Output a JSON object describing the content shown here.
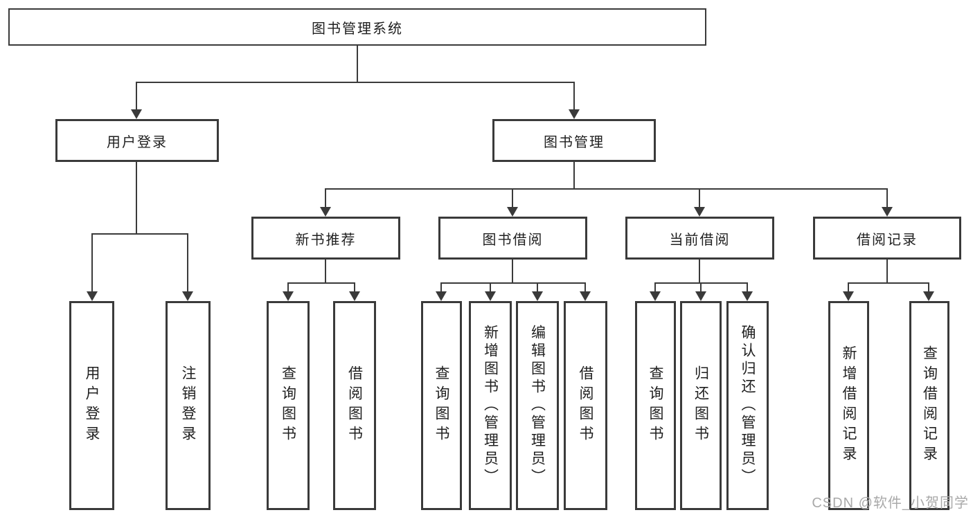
{
  "colors": {
    "background": "#ffffff",
    "line": "#3a3a3a",
    "border": "#3a3a3a",
    "text": "#1f1f1f",
    "watermark": "#a9a9a9"
  },
  "nodes": {
    "root": "图书管理系统",
    "user_login": "用户登录",
    "book_management": "图书管理",
    "user_login_leaf": "用户登录",
    "logout_leaf": "注销登录",
    "new_book_recommend": "新书推荐",
    "book_borrowing": "图书借阅",
    "current_borrowing": "当前借阅",
    "borrowing_records": "借阅记录",
    "nbr_query_books": "查询图书",
    "nbr_borrow_books": "借阅图书",
    "bb_query_books": "查询图书",
    "bb_add_books": "新增图书（管理员）",
    "bb_edit_books": "编辑图书（管理员）",
    "bb_borrow_books": "借阅图书",
    "cb_query_books": "查询图书",
    "cb_return_books": "归还图书",
    "cb_confirm_return": "确认归还（管理员）",
    "br_add_record": "新增借阅记录",
    "br_query_record": "查询借阅记录"
  },
  "watermark": "CSDN @软件_小贺同学"
}
